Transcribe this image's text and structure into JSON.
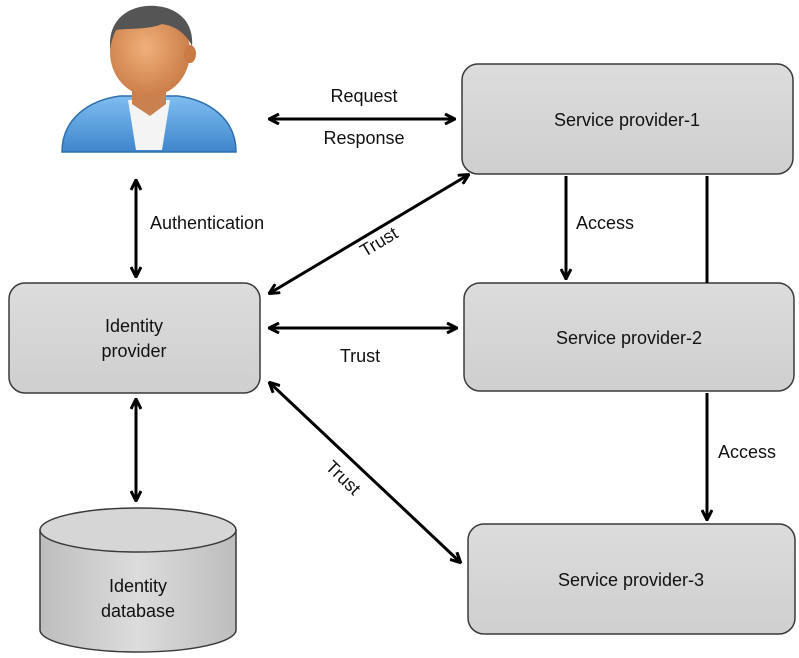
{
  "colors": {
    "box_fill": "#d4d4d4",
    "box_stroke": "#3a3a3a",
    "arrow": "#000000",
    "db_fill_light": "#d9d9d9",
    "db_fill_dark": "#bdbdbd",
    "user_shirt": "#5aa3e0",
    "user_skin": "#d9905a",
    "user_hair": "#555555"
  },
  "user": {
    "icon": "user-avatar-icon"
  },
  "nodes": {
    "sp1": "Service provider-1",
    "sp2": "Service provider-2",
    "sp3": "Service provider-3",
    "idp_line1": "Identity",
    "idp_line2": "provider",
    "db_line1": "Identity",
    "db_line2": "database"
  },
  "edges": {
    "request": "Request",
    "response": "Response",
    "authentication": "Authentication",
    "trust_sp1": "Trust",
    "trust_sp2": "Trust",
    "trust_sp3": "Trust",
    "access_sp2": "Access",
    "access_sp3": "Access"
  }
}
